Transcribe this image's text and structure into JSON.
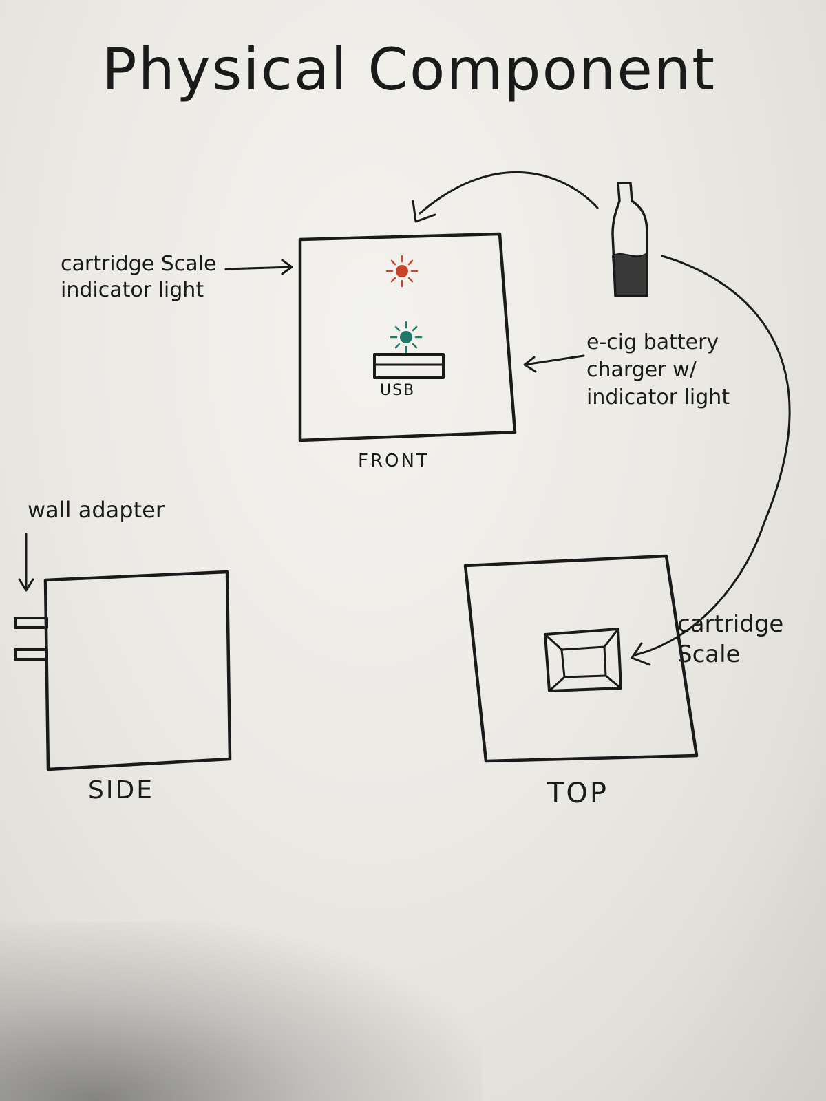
{
  "title": "Physical Component",
  "labels": {
    "cartridge_light": "cartridge Scale indicator light",
    "ecig_charger": "e-cig battery charger w/ indicator light",
    "usb": "USB",
    "front": "FRONT",
    "wall_adapter": "wall adapter",
    "side": "SIDE",
    "top": "TOP",
    "cartridge_scale": "cartridge Scale"
  },
  "colors": {
    "ink": "#1a1a1a",
    "red_light": "#c9432b",
    "teal_light": "#1f7a6a",
    "paper": "#eceae5"
  }
}
